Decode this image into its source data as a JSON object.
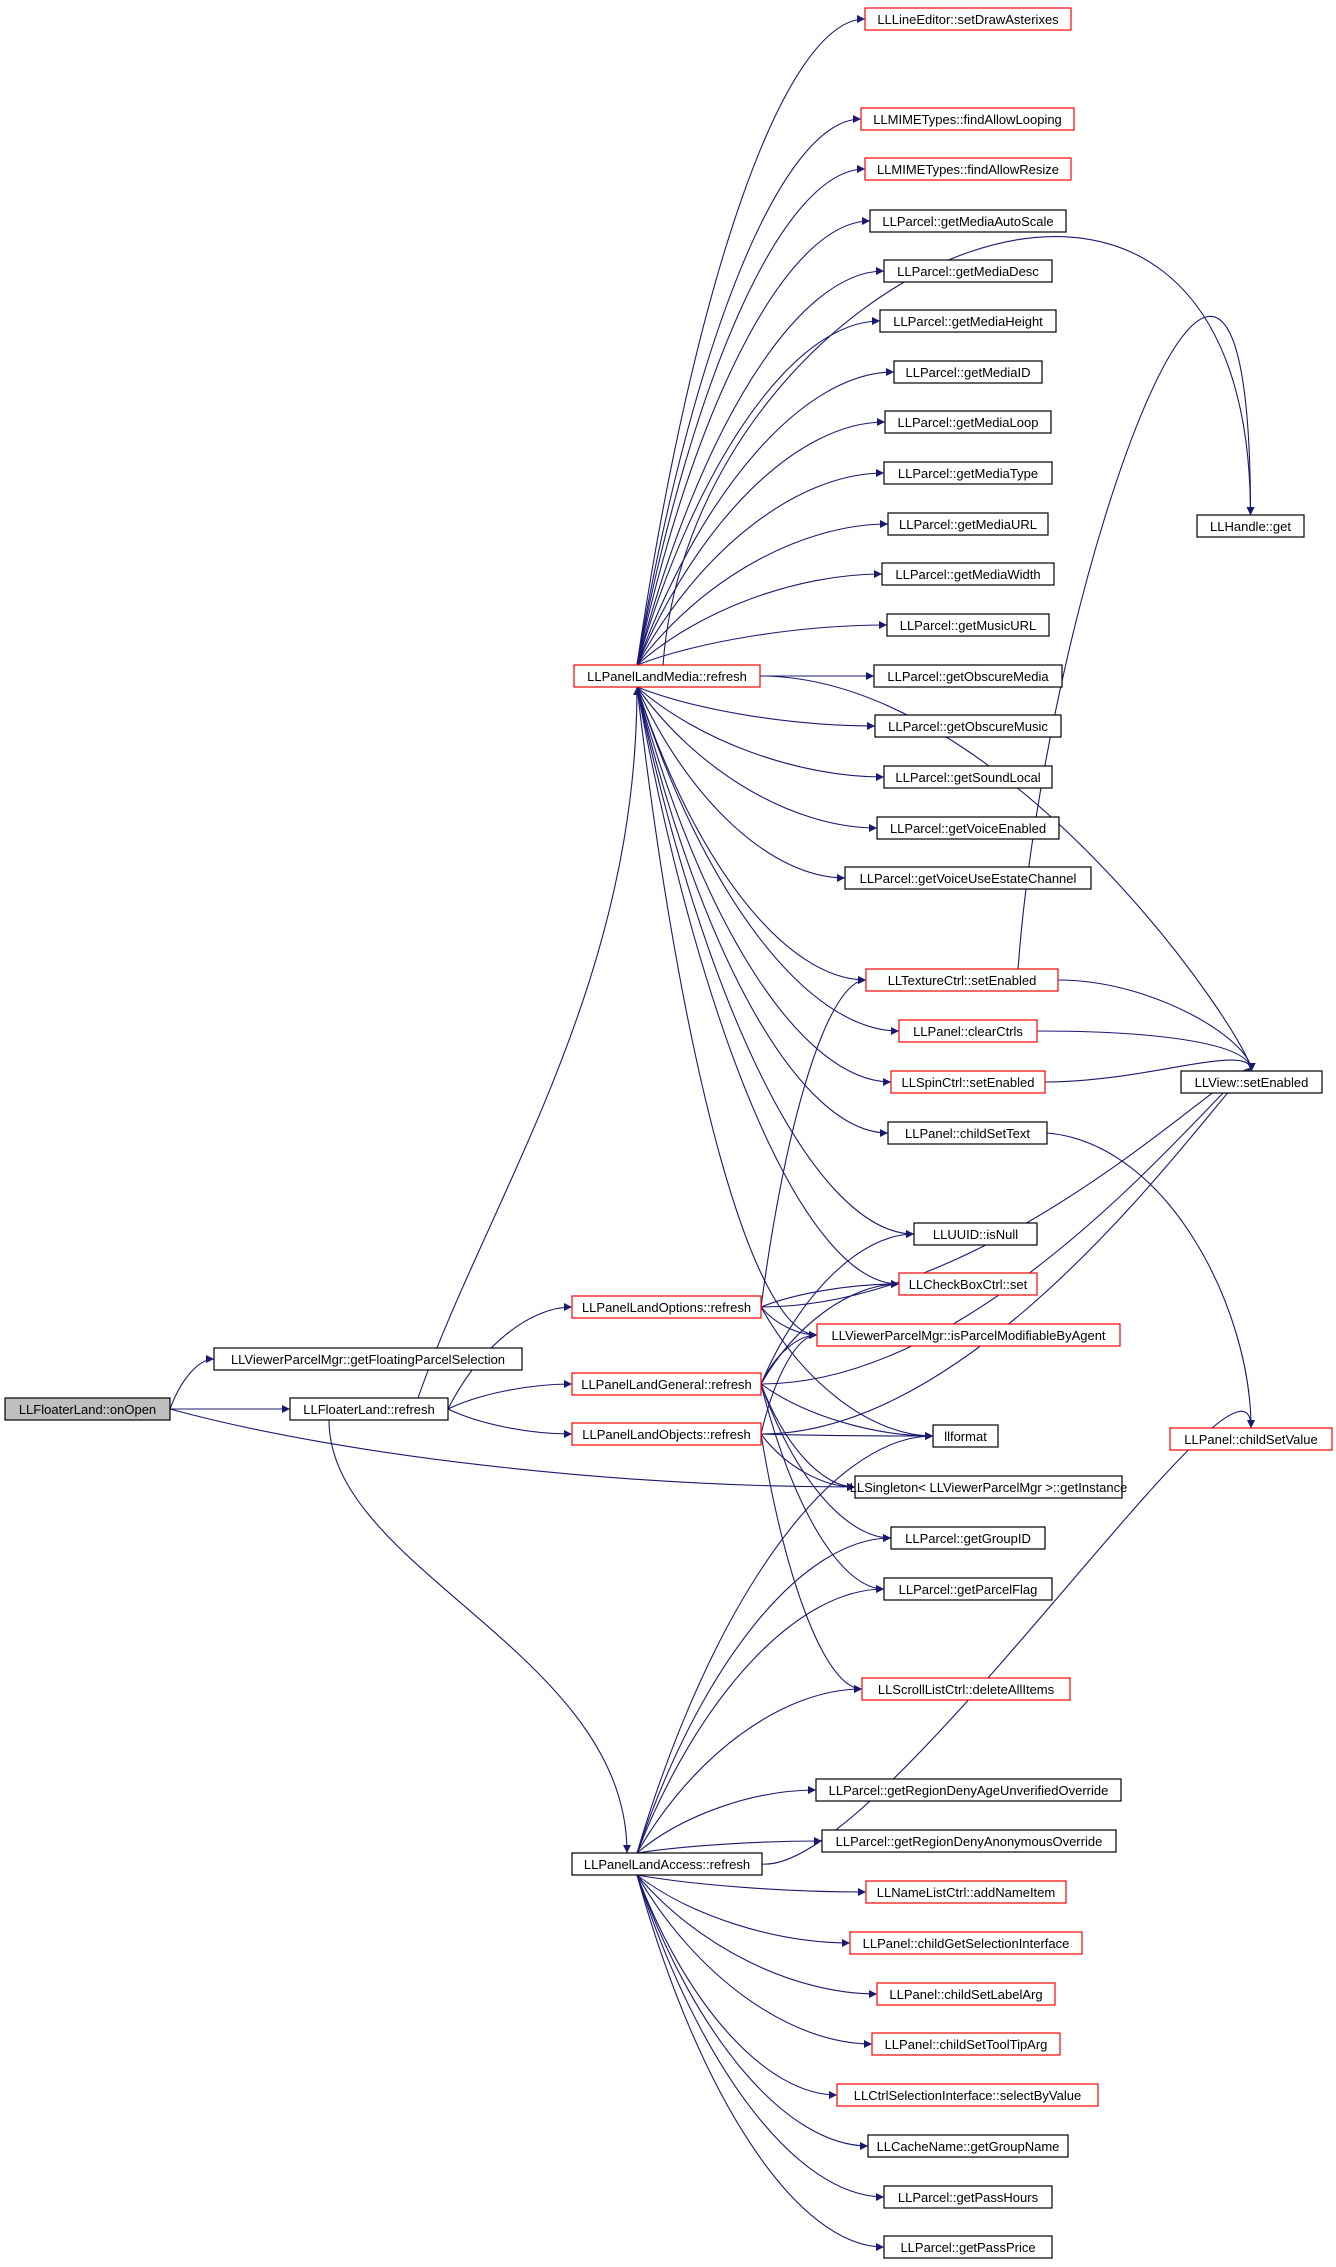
{
  "graph": {
    "colors": {
      "edge": "#191970",
      "border_normal": "#000000",
      "border_truncated": "#ff0000",
      "root_fill": "#bfbfbf"
    },
    "nodes": [
      {
        "id": "onOpen",
        "label": "LLFloaterLand::onOpen",
        "border": "normal",
        "root": true
      },
      {
        "id": "getFloatingParcelSelection",
        "label": "LLViewerParcelMgr::getFloatingParcelSelection",
        "border": "normal"
      },
      {
        "id": "floaterRefresh",
        "label": "LLFloaterLand::refresh",
        "border": "normal"
      },
      {
        "id": "getInstance",
        "label": "LLSingleton< LLViewerParcelMgr >::getInstance",
        "border": "normal"
      },
      {
        "id": "mediaRefresh",
        "label": "LLPanelLandMedia::refresh",
        "border": "truncated"
      },
      {
        "id": "optionsRefresh",
        "label": "LLPanelLandOptions::refresh",
        "border": "truncated"
      },
      {
        "id": "generalRefresh",
        "label": "LLPanelLandGeneral::refresh",
        "border": "truncated"
      },
      {
        "id": "objectsRefresh",
        "label": "LLPanelLandObjects::refresh",
        "border": "truncated"
      },
      {
        "id": "accessRefresh",
        "label": "LLPanelLandAccess::refresh",
        "border": "normal"
      },
      {
        "id": "setDrawAsterixes",
        "label": "LLLineEditor::setDrawAsterixes",
        "border": "truncated"
      },
      {
        "id": "findAllowLooping",
        "label": "LLMIMETypes::findAllowLooping",
        "border": "truncated"
      },
      {
        "id": "findAllowResize",
        "label": "LLMIMETypes::findAllowResize",
        "border": "truncated"
      },
      {
        "id": "getMediaAutoScale",
        "label": "LLParcel::getMediaAutoScale",
        "border": "normal"
      },
      {
        "id": "getMediaDesc",
        "label": "LLParcel::getMediaDesc",
        "border": "normal"
      },
      {
        "id": "getMediaHeight",
        "label": "LLParcel::getMediaHeight",
        "border": "normal"
      },
      {
        "id": "getMediaID",
        "label": "LLParcel::getMediaID",
        "border": "normal"
      },
      {
        "id": "getMediaLoop",
        "label": "LLParcel::getMediaLoop",
        "border": "normal"
      },
      {
        "id": "getMediaType",
        "label": "LLParcel::getMediaType",
        "border": "normal"
      },
      {
        "id": "getMediaURL",
        "label": "LLParcel::getMediaURL",
        "border": "normal"
      },
      {
        "id": "getMediaWidth",
        "label": "LLParcel::getMediaWidth",
        "border": "normal"
      },
      {
        "id": "getMusicURL",
        "label": "LLParcel::getMusicURL",
        "border": "normal"
      },
      {
        "id": "getObscureMedia",
        "label": "LLParcel::getObscureMedia",
        "border": "normal"
      },
      {
        "id": "getObscureMusic",
        "label": "LLParcel::getObscureMusic",
        "border": "normal"
      },
      {
        "id": "getSoundLocal",
        "label": "LLParcel::getSoundLocal",
        "border": "normal"
      },
      {
        "id": "getVoiceEnabled",
        "label": "LLParcel::getVoiceEnabled",
        "border": "normal"
      },
      {
        "id": "getVoiceUseEstateChannel",
        "label": "LLParcel::getVoiceUseEstateChannel",
        "border": "normal"
      },
      {
        "id": "textureSetEnabled",
        "label": "LLTextureCtrl::setEnabled",
        "border": "truncated"
      },
      {
        "id": "clearCtrls",
        "label": "LLPanel::clearCtrls",
        "border": "truncated"
      },
      {
        "id": "spinSetEnabled",
        "label": "LLSpinCtrl::setEnabled",
        "border": "truncated"
      },
      {
        "id": "childSetText",
        "label": "LLPanel::childSetText",
        "border": "normal"
      },
      {
        "id": "isNull",
        "label": "LLUUID::isNull",
        "border": "normal"
      },
      {
        "id": "checkBoxSet",
        "label": "LLCheckBoxCtrl::set",
        "border": "truncated"
      },
      {
        "id": "isParcelModifiableByAgent",
        "label": "LLViewerParcelMgr::isParcelModifiableByAgent",
        "border": "truncated"
      },
      {
        "id": "llformat",
        "label": "llformat",
        "border": "normal"
      },
      {
        "id": "getGroupID",
        "label": "LLParcel::getGroupID",
        "border": "normal"
      },
      {
        "id": "getParcelFlag",
        "label": "LLParcel::getParcelFlag",
        "border": "normal"
      },
      {
        "id": "deleteAllItems",
        "label": "LLScrollListCtrl::deleteAllItems",
        "border": "truncated"
      },
      {
        "id": "getRegionDenyAgeUnverifiedOverride",
        "label": "LLParcel::getRegionDenyAgeUnverifiedOverride",
        "border": "normal"
      },
      {
        "id": "getRegionDenyAnonymousOverride",
        "label": "LLParcel::getRegionDenyAnonymousOverride",
        "border": "normal"
      },
      {
        "id": "addNameItem",
        "label": "LLNameListCtrl::addNameItem",
        "border": "truncated"
      },
      {
        "id": "childGetSelectionInterface",
        "label": "LLPanel::childGetSelectionInterface",
        "border": "truncated"
      },
      {
        "id": "childSetLabelArg",
        "label": "LLPanel::childSetLabelArg",
        "border": "truncated"
      },
      {
        "id": "childSetToolTipArg",
        "label": "LLPanel::childSetToolTipArg",
        "border": "truncated"
      },
      {
        "id": "selectByValue",
        "label": "LLCtrlSelectionInterface::selectByValue",
        "border": "truncated"
      },
      {
        "id": "getGroupName",
        "label": "LLCacheName::getGroupName",
        "border": "normal"
      },
      {
        "id": "getPassHours",
        "label": "LLParcel::getPassHours",
        "border": "normal"
      },
      {
        "id": "getPassPrice",
        "label": "LLParcel::getPassPrice",
        "border": "normal"
      },
      {
        "id": "handleGet",
        "label": "LLHandle::get",
        "border": "normal"
      },
      {
        "id": "viewSetEnabled",
        "label": "LLView::setEnabled",
        "border": "normal"
      },
      {
        "id": "childSetValue",
        "label": "LLPanel::childSetValue",
        "border": "truncated"
      }
    ],
    "edges": [
      [
        "onOpen",
        "getFloatingParcelSelection"
      ],
      [
        "onOpen",
        "floaterRefresh"
      ],
      [
        "onOpen",
        "getInstance"
      ],
      [
        "floaterRefresh",
        "mediaRefresh"
      ],
      [
        "floaterRefresh",
        "optionsRefresh"
      ],
      [
        "floaterRefresh",
        "generalRefresh"
      ],
      [
        "floaterRefresh",
        "objectsRefresh"
      ],
      [
        "floaterRefresh",
        "accessRefresh"
      ],
      [
        "mediaRefresh",
        "setDrawAsterixes"
      ],
      [
        "mediaRefresh",
        "findAllowLooping"
      ],
      [
        "mediaRefresh",
        "findAllowResize"
      ],
      [
        "mediaRefresh",
        "getMediaAutoScale"
      ],
      [
        "mediaRefresh",
        "getMediaDesc"
      ],
      [
        "mediaRefresh",
        "getMediaHeight"
      ],
      [
        "mediaRefresh",
        "getMediaID"
      ],
      [
        "mediaRefresh",
        "getMediaLoop"
      ],
      [
        "mediaRefresh",
        "getMediaType"
      ],
      [
        "mediaRefresh",
        "getMediaURL"
      ],
      [
        "mediaRefresh",
        "getMediaWidth"
      ],
      [
        "mediaRefresh",
        "getMusicURL"
      ],
      [
        "mediaRefresh",
        "getObscureMedia"
      ],
      [
        "mediaRefresh",
        "getObscureMusic"
      ],
      [
        "mediaRefresh",
        "getSoundLocal"
      ],
      [
        "mediaRefresh",
        "getVoiceEnabled"
      ],
      [
        "mediaRefresh",
        "getVoiceUseEstateChannel"
      ],
      [
        "mediaRefresh",
        "textureSetEnabled"
      ],
      [
        "mediaRefresh",
        "clearCtrls"
      ],
      [
        "mediaRefresh",
        "spinSetEnabled"
      ],
      [
        "mediaRefresh",
        "childSetText"
      ],
      [
        "mediaRefresh",
        "isNull"
      ],
      [
        "mediaRefresh",
        "checkBoxSet"
      ],
      [
        "mediaRefresh",
        "isParcelModifiableByAgent"
      ],
      [
        "mediaRefresh",
        "handleGet"
      ],
      [
        "mediaRefresh",
        "viewSetEnabled"
      ],
      [
        "textureSetEnabled",
        "handleGet"
      ],
      [
        "textureSetEnabled",
        "viewSetEnabled"
      ],
      [
        "clearCtrls",
        "viewSetEnabled"
      ],
      [
        "spinSetEnabled",
        "viewSetEnabled"
      ],
      [
        "childSetText",
        "childSetValue"
      ],
      [
        "optionsRefresh",
        "textureSetEnabled"
      ],
      [
        "optionsRefresh",
        "checkBoxSet"
      ],
      [
        "optionsRefresh",
        "isParcelModifiableByAgent"
      ],
      [
        "optionsRefresh",
        "llformat"
      ],
      [
        "optionsRefresh",
        "viewSetEnabled"
      ],
      [
        "generalRefresh",
        "isNull"
      ],
      [
        "generalRefresh",
        "checkBoxSet"
      ],
      [
        "generalRefresh",
        "isParcelModifiableByAgent"
      ],
      [
        "generalRefresh",
        "llformat"
      ],
      [
        "generalRefresh",
        "getInstance"
      ],
      [
        "generalRefresh",
        "getGroupID"
      ],
      [
        "generalRefresh",
        "getParcelFlag"
      ],
      [
        "generalRefresh",
        "viewSetEnabled"
      ],
      [
        "objectsRefresh",
        "isParcelModifiableByAgent"
      ],
      [
        "objectsRefresh",
        "llformat"
      ],
      [
        "objectsRefresh",
        "getInstance"
      ],
      [
        "objectsRefresh",
        "deleteAllItems"
      ],
      [
        "objectsRefresh",
        "viewSetEnabled"
      ],
      [
        "accessRefresh",
        "llformat"
      ],
      [
        "accessRefresh",
        "getGroupID"
      ],
      [
        "accessRefresh",
        "getParcelFlag"
      ],
      [
        "accessRefresh",
        "deleteAllItems"
      ],
      [
        "accessRefresh",
        "childSetValue"
      ],
      [
        "accessRefresh",
        "getRegionDenyAgeUnverifiedOverride"
      ],
      [
        "accessRefresh",
        "getRegionDenyAnonymousOverride"
      ],
      [
        "accessRefresh",
        "addNameItem"
      ],
      [
        "accessRefresh",
        "childGetSelectionInterface"
      ],
      [
        "accessRefresh",
        "childSetLabelArg"
      ],
      [
        "accessRefresh",
        "childSetToolTipArg"
      ],
      [
        "accessRefresh",
        "selectByValue"
      ],
      [
        "accessRefresh",
        "getGroupName"
      ],
      [
        "accessRefresh",
        "getPassHours"
      ],
      [
        "accessRefresh",
        "getPassPrice"
      ]
    ]
  }
}
